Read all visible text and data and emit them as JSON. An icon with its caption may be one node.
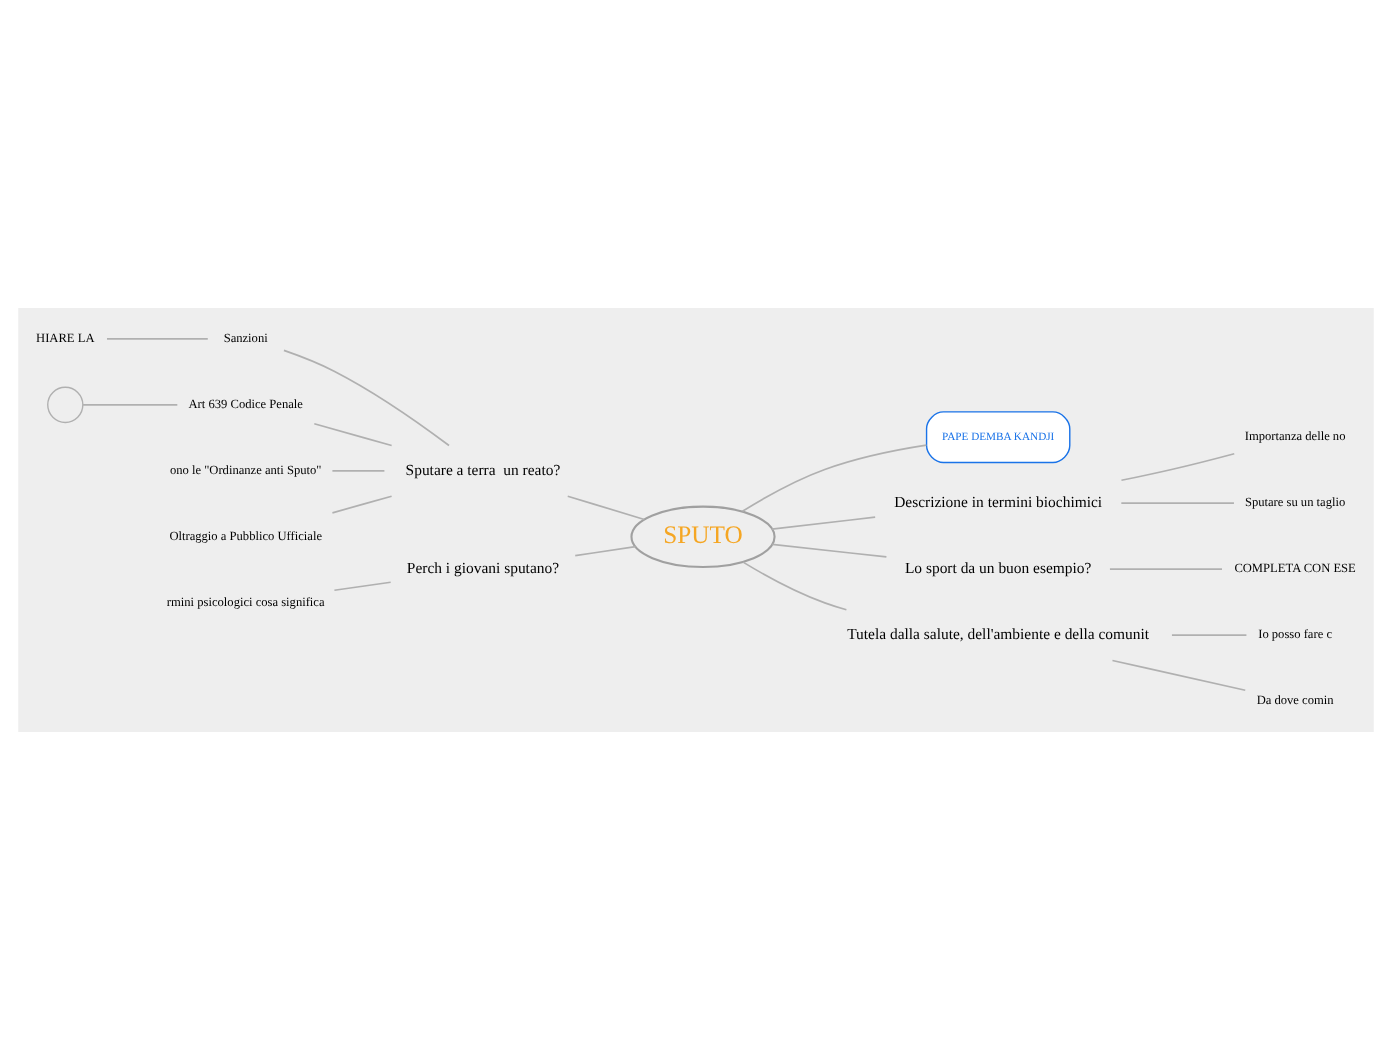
{
  "diagram": {
    "nodes": [
      {
        "text": [
          "SPUTO"
        ]
      },
      {
        "text": [
          "PAPE DEMBA KANDJI"
        ]
      },
      {
        "text": [
          "Sputare a terra  un reato?"
        ]
      },
      {
        "text": [
          "Perch i giovani sputano?"
        ]
      },
      {
        "text": [
          "Descrizione in termini biochimici"
        ]
      },
      {
        "text": [
          "Lo sport da un buon esempio?"
        ]
      },
      {
        "text": [
          "Tutela dalla salute, dell'ambiente e della comunit"
        ]
      },
      {
        "text": [
          "Sanzioni"
        ]
      },
      {
        "text": [
          "Art 639 Codice Penale"
        ]
      },
      {
        "text": [
          "ono le \"Ordinanze anti Sputo\""
        ]
      },
      {
        "text": [
          "Oltraggio a Pubblico Ufficiale"
        ]
      },
      {
        "text": [
          "HIARE LA"
        ]
      },
      {
        "text": [],
        "shape": "circle"
      },
      {
        "text": [
          "rmini psicologici cosa significa"
        ]
      },
      {
        "text": [
          "Importanza delle no"
        ]
      },
      {
        "text": [
          "Sputare su un taglio"
        ]
      },
      {
        "text": [
          "COMPLETA CON ESE"
        ]
      },
      {
        "text": [
          "Io posso fare c"
        ]
      },
      {
        "text": [
          "Da dove comin"
        ]
      }
    ],
    "edges": [
      {
        "from": 0,
        "to": 1,
        "arrow": "none"
      },
      {
        "from": 0,
        "to": 2,
        "arrow": "none"
      },
      {
        "from": 0,
        "to": 3,
        "arrow": "none"
      },
      {
        "from": 0,
        "to": 4,
        "arrow": "none"
      },
      {
        "from": 0,
        "to": 5,
        "arrow": "none"
      },
      {
        "from": 0,
        "to": 6,
        "arrow": "none"
      },
      {
        "from": 2,
        "to": 7,
        "arrow": "none"
      },
      {
        "from": 2,
        "to": 8,
        "arrow": "none"
      },
      {
        "from": 2,
        "to": 9,
        "arrow": "none"
      },
      {
        "from": 2,
        "to": 10,
        "arrow": "none"
      },
      {
        "from": 7,
        "to": 11,
        "arrow": "none"
      },
      {
        "from": 8,
        "to": 12,
        "arrow": "none"
      },
      {
        "from": 3,
        "to": 13,
        "arrow": "none"
      },
      {
        "from": 4,
        "to": 14,
        "arrow": "none"
      },
      {
        "from": 4,
        "to": 15,
        "arrow": "none"
      },
      {
        "from": 5,
        "to": 16,
        "arrow": "none"
      },
      {
        "from": 6,
        "to": 17,
        "arrow": "none"
      },
      {
        "from": 6,
        "to": 18,
        "arrow": "none"
      }
    ]
  }
}
